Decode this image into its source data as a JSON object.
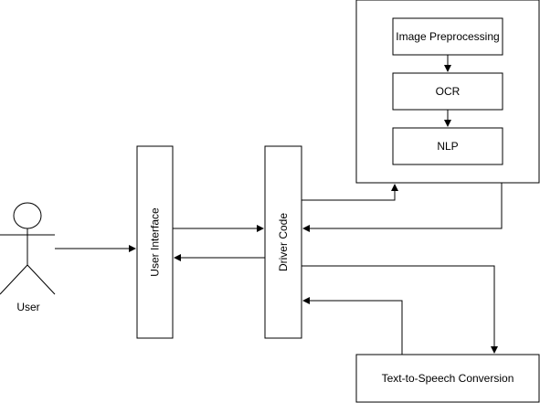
{
  "actor": {
    "label": "User"
  },
  "nodes": {
    "user_interface": "User Interface",
    "driver_code": "Driver Code",
    "image_preprocessing": "Image Preprocessing",
    "ocr": "OCR",
    "nlp": "NLP",
    "tts": "Text-to-Speech Conversion"
  },
  "edges": [
    {
      "from": "actor.label",
      "to": "nodes.user_interface"
    },
    {
      "from": "nodes.user_interface",
      "to": "nodes.driver_code"
    },
    {
      "from": "nodes.driver_code",
      "to": "nodes.user_interface"
    },
    {
      "from": "nodes.driver_code",
      "to": "processing_group"
    },
    {
      "from": "processing_group",
      "to": "nodes.driver_code"
    },
    {
      "from": "nodes.image_preprocessing",
      "to": "nodes.ocr"
    },
    {
      "from": "nodes.ocr",
      "to": "nodes.nlp"
    },
    {
      "from": "nodes.driver_code",
      "to": "nodes.tts"
    },
    {
      "from": "nodes.tts",
      "to": "nodes.driver_code"
    }
  ],
  "colors": {
    "stroke": "#000000",
    "fill": "#ffffff",
    "text": "#000000"
  }
}
